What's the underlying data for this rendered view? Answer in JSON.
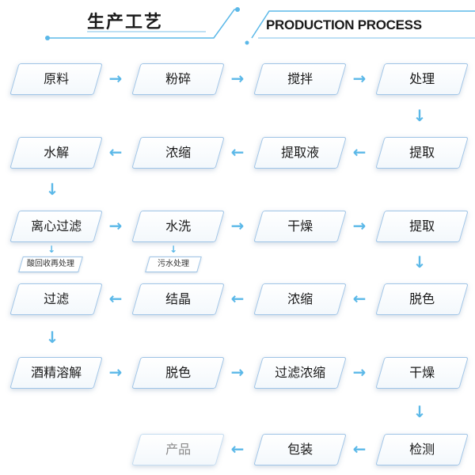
{
  "header": {
    "title_cn": "生产工艺",
    "title_en": "PRODUCTION PROCESS"
  },
  "colors": {
    "accent": "#5bb8e8",
    "node_border": "#9fc4e6",
    "text": "#1a1a1a"
  },
  "steps": [
    "原料",
    "粉碎",
    "搅拌",
    "处理",
    "提取",
    "提取液",
    "浓缩",
    "水解",
    "离心过滤",
    "水洗",
    "干燥",
    "提取",
    "脱色",
    "浓缩",
    "结晶",
    "过滤",
    "酒精溶解",
    "脱色",
    "过滤浓缩",
    "干燥",
    "检测",
    "包装",
    "产品"
  ],
  "notes": [
    "酸回收再处理",
    "污水处理"
  ],
  "arrow_glyphs": {
    "right": "→",
    "left": "←",
    "down": "↓"
  }
}
